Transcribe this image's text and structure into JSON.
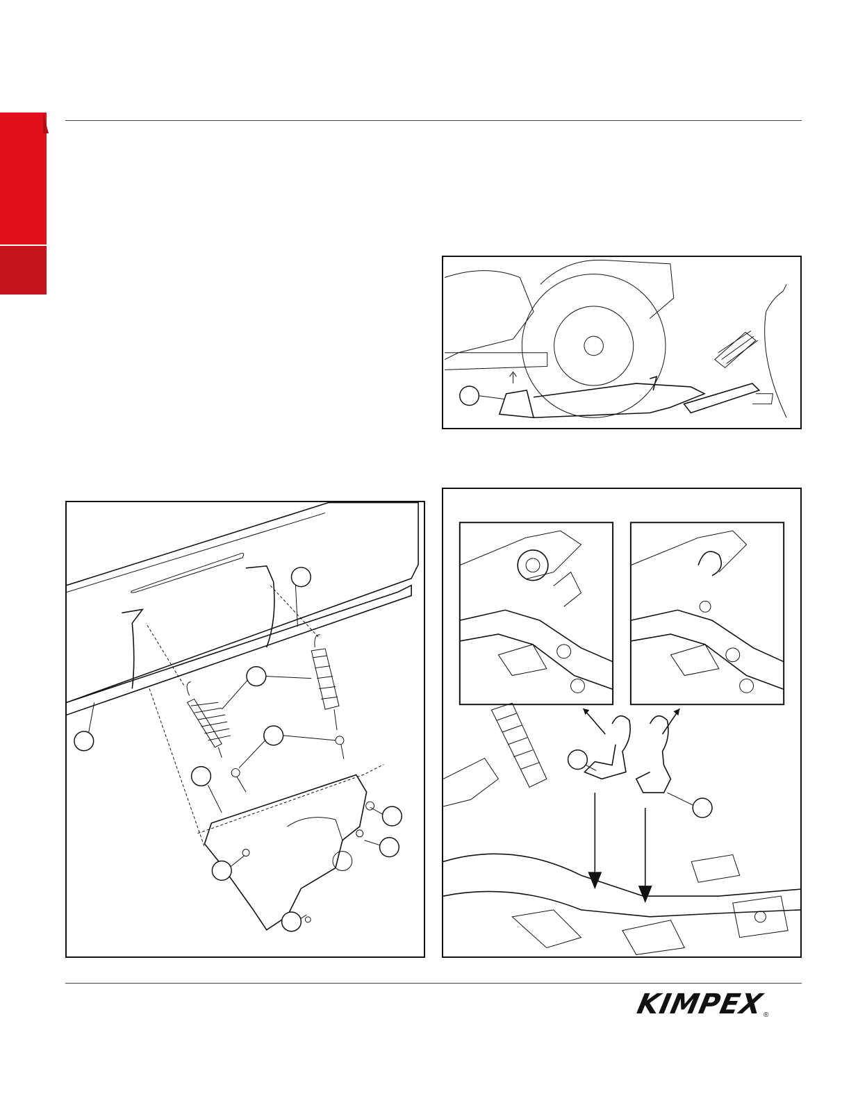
{
  "brand": {
    "name": "KIMPEX",
    "reg": "®"
  },
  "colors": {
    "tab_primary": "#e0101c",
    "tab_secondary": "#c4141c"
  },
  "figures": {
    "top_right": {
      "description_icon": "atv-plow-side-view-illustration",
      "callouts": [
        "",
        ""
      ]
    },
    "bottom_left": {
      "description_icon": "plow-blade-spring-assembly-illustration",
      "callouts": [
        "",
        "",
        "",
        "",
        "",
        "",
        "",
        "",
        ""
      ]
    },
    "bottom_right": {
      "description_icon": "hook-installation-illustration",
      "callouts": [
        "",
        ""
      ]
    }
  }
}
